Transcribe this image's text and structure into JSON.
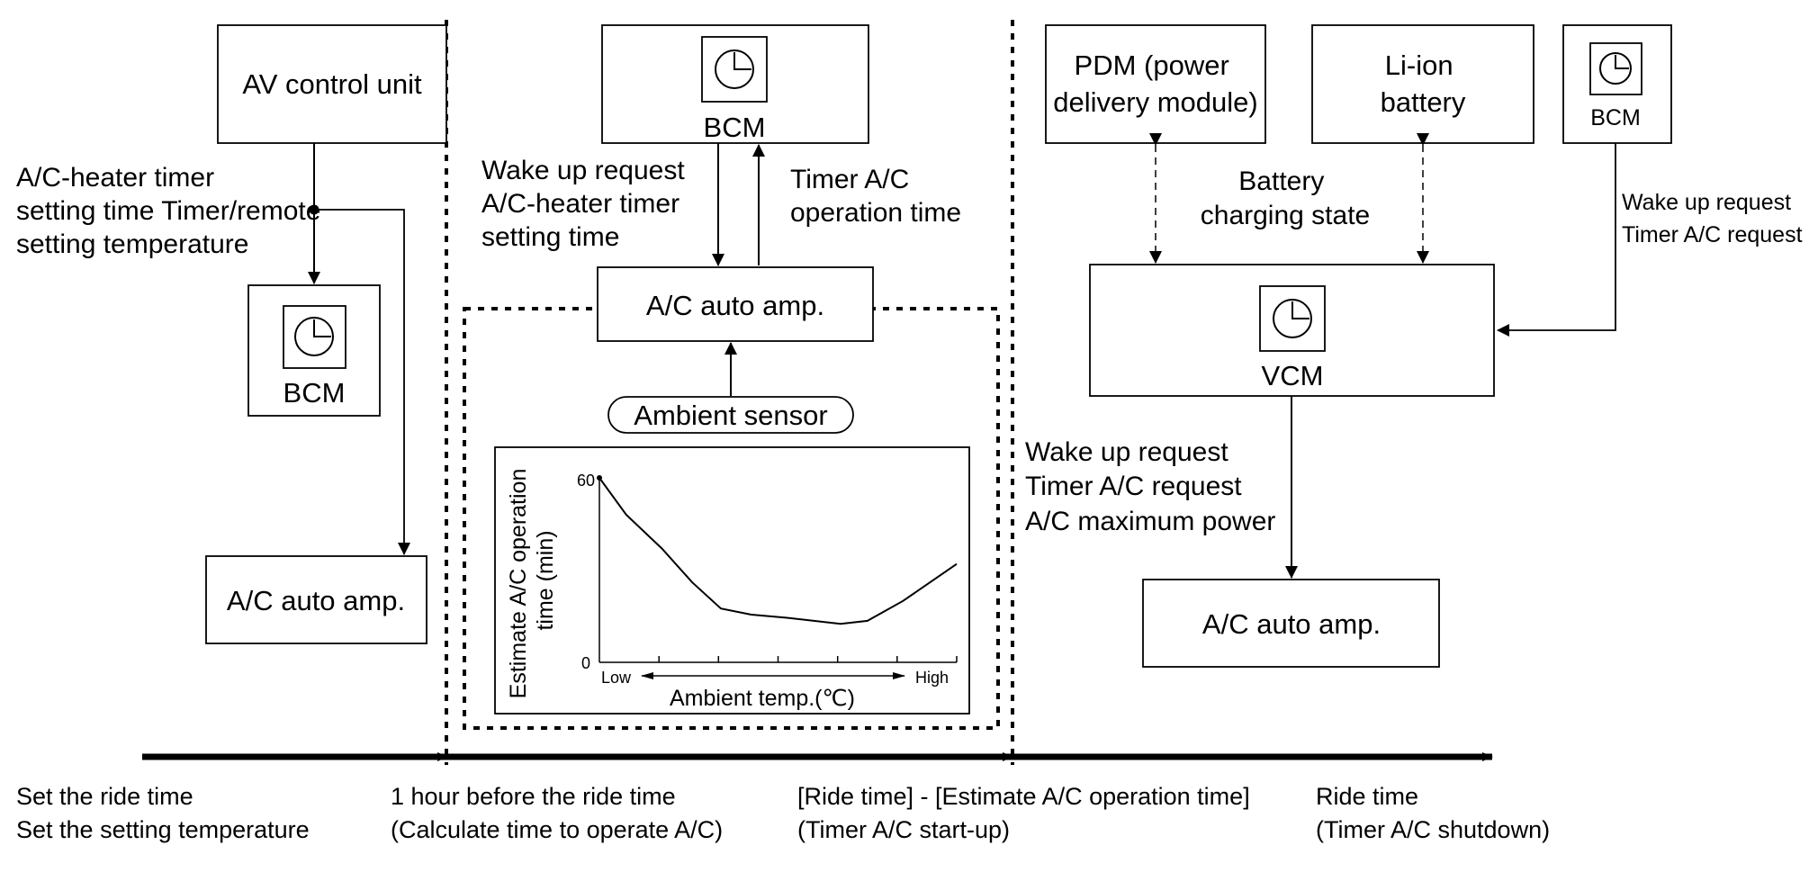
{
  "boxes": {
    "av_control_unit": "AV control unit",
    "bcm_left": "BCM",
    "ac_auto_amp_left": "A/C auto amp.",
    "bcm_center": "BCM",
    "ac_auto_amp_center": "A/C auto amp.",
    "ambient_sensor": "Ambient sensor",
    "pdm": [
      "PDM (power",
      "delivery module)"
    ],
    "li_ion_battery": [
      "Li-ion",
      "battery"
    ],
    "bcm_right": "BCM",
    "vcm": "VCM",
    "ac_auto_amp_right": "A/C auto amp."
  },
  "signals": {
    "av_to_bcm": [
      "A/C-heater timer",
      "setting time Timer/remote",
      "setting temperature"
    ],
    "bcm_to_amp": [
      "Wake up request",
      "A/C-heater timer",
      "setting time"
    ],
    "amp_to_bcm": [
      "Timer A/C",
      "operation time"
    ],
    "battery_state": [
      "Battery",
      "charging state"
    ],
    "bcm_to_vcm": [
      "Wake up request",
      "Timer A/C request"
    ],
    "vcm_to_amp": [
      "Wake up request",
      "Timer A/C request",
      "A/C maximum power"
    ]
  },
  "chart_data": {
    "type": "line",
    "title": "",
    "xlabel": "Ambient temp.(℃)",
    "ylabel": [
      "Estimate A/C operation",
      "time (min)"
    ],
    "x_tick_labels": {
      "low": "Low",
      "high": "High"
    },
    "y_ticks": [
      0,
      60
    ],
    "ylim": [
      0,
      60
    ],
    "xlim": [
      0,
      10
    ],
    "grid": false,
    "series": [
      {
        "x": [
          0,
          0.75,
          1.75,
          2.6,
          3.4,
          4.25,
          5.25,
          6.0,
          6.75,
          7.5,
          8.5,
          10.0
        ],
        "y": [
          60,
          48,
          37,
          26,
          17.5,
          15.5,
          14.5,
          13.5,
          12.5,
          13.5,
          20,
          32
        ]
      }
    ]
  },
  "timeline": [
    [
      "Set the ride time",
      "Set the setting temperature"
    ],
    [
      "1 hour before the ride time",
      "(Calculate time to operate A/C)"
    ],
    [
      "[Ride time] - [Estimate A/C operation time]",
      "(Timer A/C start-up)"
    ],
    [
      "Ride time",
      "(Timer A/C shutdown)"
    ]
  ]
}
